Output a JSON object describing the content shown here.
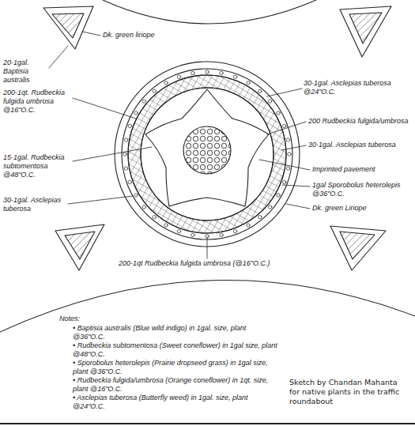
{
  "diagram": {
    "caption": "Sketch by Chandan Mahanta for native plants in the traffic roundabout",
    "labels": [
      "Dk. green liriope",
      "20-1gal. Baptisia australis",
      "200-1qt. Rudbeckia fulgida umbrosa @16\"O.C.",
      "15-1gal. Rudbeckia subtomentosa @48\"O.C.",
      "30-1gal. Asclepias tuberosa",
      "30-1gal. Asclepias tuberosa @24\"O.C.",
      "200 Rudbeckia fulgida/umbrosa",
      "30-1gal. Asclepias tuberosa",
      "Imprinted pavement",
      "1gal Sporobolus heterolepis @36\"O.C.",
      "Dk. green Liriope",
      "200-1qt Rudbeckia fulgida umbrosa (@16\"O.C.)",
      "Notes:",
      "• Baptisia australis (Blue wild indigo) in 1gal. size, plant @36\"O.C.",
      "• Rudbeckia subtomentosa (Sweet coneflower) in 1gal size, plant @48\"O.C.",
      "• Sporobolus heterolepis (Prairie dropseed grass) in 1gal size, plant @36\"O.C.",
      "• Rudbeckia fulgida/umbrosa (Orange coneflower) in 1qt. size, plant @16\"O.C.",
      "• Asclepias tuberosa (Butterfly weed) in 1gal. size, plant @24\"O.C."
    ]
  }
}
